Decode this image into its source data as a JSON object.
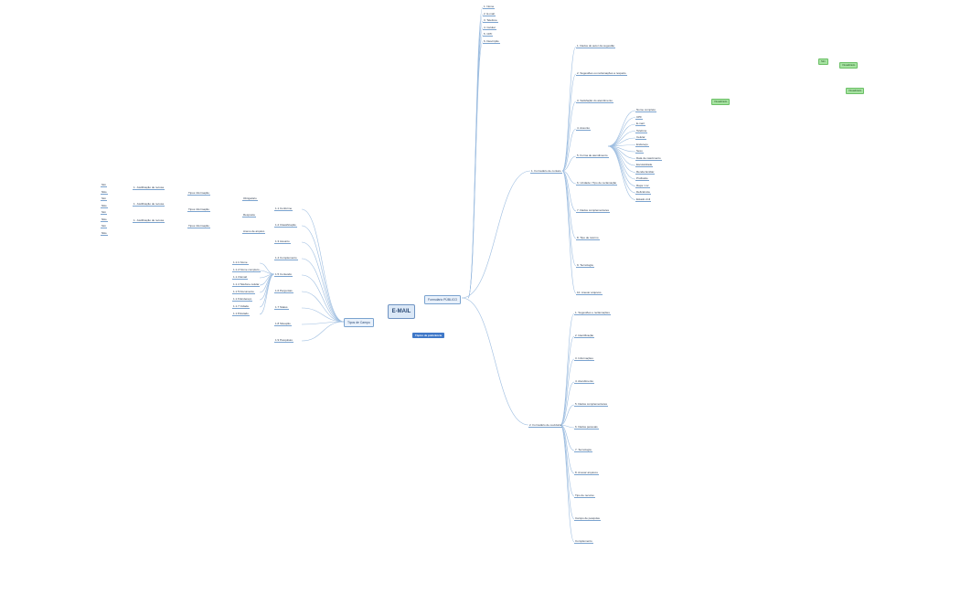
{
  "map": {
    "central_label": "E-MAIL",
    "topic_pill_label": "Tópico de preferência",
    "left_branch_label": "Tipos de Campo",
    "right_branch_label": "Formulário PÚBLICO"
  },
  "colors": {
    "link": "#9dbde0",
    "node_border": "#7aa3cf",
    "central_fill": "#dbe8f7",
    "badge_fill": "#a6e3a1",
    "pill_fill": "#3f78c8"
  },
  "top_nodes": [
    "1. Nome",
    "2. E-mail",
    "3. Telefone",
    "4. Celular",
    "5. CPF",
    "6. Descrição"
  ],
  "right_upper": [
    "1. Dados do autor da sugestão",
    "2. Sugestões ou reclamações a respeito",
    "3. Satisfação do atendimento",
    "4. Assunto",
    "5. Forma de atendimento",
    "6. Unidade / Tipo de reclamação",
    "7. Dados complementares",
    "8. Tipo de retorno",
    "9. Tecnologia",
    "10. Anexar arquivos"
  ],
  "right_lower": [
    "1. Sugestões e reclamações",
    "2. Identificação",
    "3. Informações",
    "4. Atendimento",
    "5. Dados complementares",
    "6. Dados pessoais",
    "7. Tecnologia",
    "8. Anexar arquivos",
    "Tipo de recurso",
    "Campo de pesquisa",
    "Complemento"
  ],
  "right_leaves": [
    "Nome completo",
    "CPF",
    "E-mail",
    "Telefone",
    "Celular",
    "Endereço",
    "Sexo",
    "Data de nascimento",
    "Escolaridade",
    "Renda familiar",
    "Profissão",
    "Raça / cor",
    "Deficiência",
    "Estado civil"
  ],
  "badges": [
    "Visualizado",
    "Visualizado",
    "Visualizado",
    "Sim"
  ],
  "left_nodes": [
    "1.1 Conforme",
    "1.2 Classificação",
    "1.3 Assunto",
    "1.4 Complemento",
    "1.5 Conteúdo",
    "1.6 Perguntas",
    "1.7 Status",
    "1.8 Situação",
    "1.9 Pesquisas"
  ],
  "left_sub": [
    "1.1.1 Nome",
    "1.1.2 Nome completo",
    "1.1.3 Email",
    "1.1.4 Telefone celular",
    "1.1.5 Documento",
    "1.1.6 Endereço",
    "1.1.7 Cidade",
    "1.1.8 Estado"
  ],
  "left_far": [
    "Sim",
    "Não",
    "Sim",
    "Não",
    "Sim",
    "Não",
    "Sim",
    "Não"
  ],
  "left_mid": [
    "1. Justificação de recusa",
    "Tipos informação",
    "Obrigatório",
    "1. Justificação de recusa",
    "Tipos informação",
    "Resposta",
    "1. Justificação de recusa",
    "Tipos informação",
    "Anexo de arquivo"
  ]
}
